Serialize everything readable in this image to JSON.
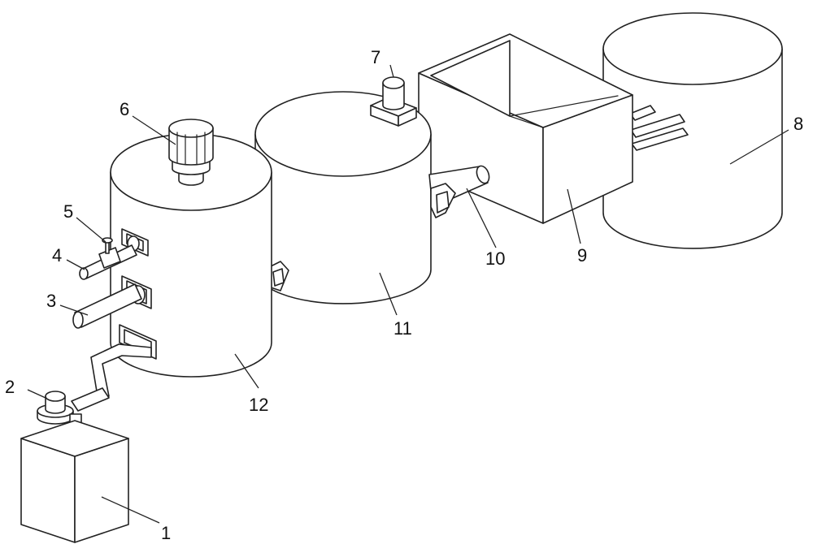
{
  "labels": {
    "l1": "1",
    "l2": "2",
    "l3": "3",
    "l4": "4",
    "l5": "5",
    "l6": "6",
    "l7": "7",
    "l8": "8",
    "l9": "9",
    "l10": "10",
    "l11": "11",
    "l12": "12"
  },
  "colors": {
    "line": "#222222",
    "background": "#ffffff"
  }
}
